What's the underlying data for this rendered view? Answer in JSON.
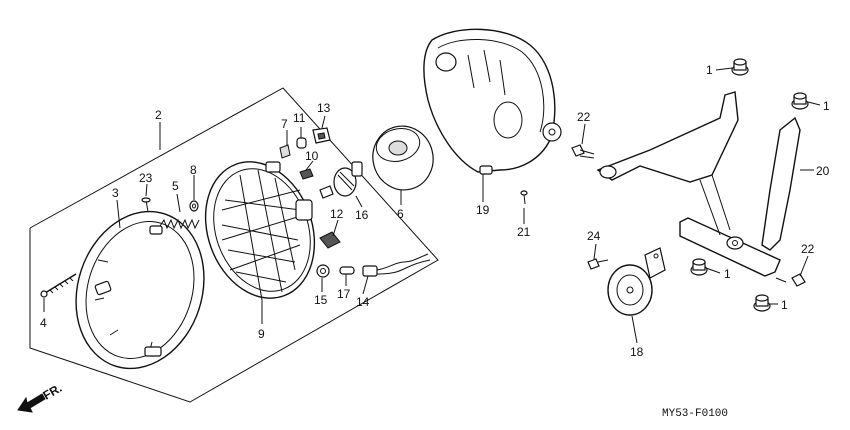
{
  "diagram": {
    "callouts": [
      {
        "id": "c1a",
        "text": "1"
      },
      {
        "id": "c1b",
        "text": "1"
      },
      {
        "id": "c1c",
        "text": "1"
      },
      {
        "id": "c1d",
        "text": "1"
      },
      {
        "id": "c2",
        "text": "2"
      },
      {
        "id": "c3",
        "text": "3"
      },
      {
        "id": "c4",
        "text": "4"
      },
      {
        "id": "c5",
        "text": "5"
      },
      {
        "id": "c6",
        "text": "6"
      },
      {
        "id": "c7",
        "text": "7"
      },
      {
        "id": "c8",
        "text": "8"
      },
      {
        "id": "c9",
        "text": "9"
      },
      {
        "id": "c10",
        "text": "10"
      },
      {
        "id": "c11",
        "text": "11"
      },
      {
        "id": "c12",
        "text": "12"
      },
      {
        "id": "c13",
        "text": "13"
      },
      {
        "id": "c14",
        "text": "14"
      },
      {
        "id": "c15",
        "text": "15"
      },
      {
        "id": "c16",
        "text": "16"
      },
      {
        "id": "c17",
        "text": "17"
      },
      {
        "id": "c18",
        "text": "18"
      },
      {
        "id": "c19",
        "text": "19"
      },
      {
        "id": "c20",
        "text": "20"
      },
      {
        "id": "c21",
        "text": "21"
      },
      {
        "id": "c22a",
        "text": "22"
      },
      {
        "id": "c22b",
        "text": "22"
      },
      {
        "id": "c23",
        "text": "23"
      },
      {
        "id": "c24",
        "text": "24"
      }
    ],
    "front_indicator": "FR.",
    "diagram_code": "MY53-F0100"
  }
}
